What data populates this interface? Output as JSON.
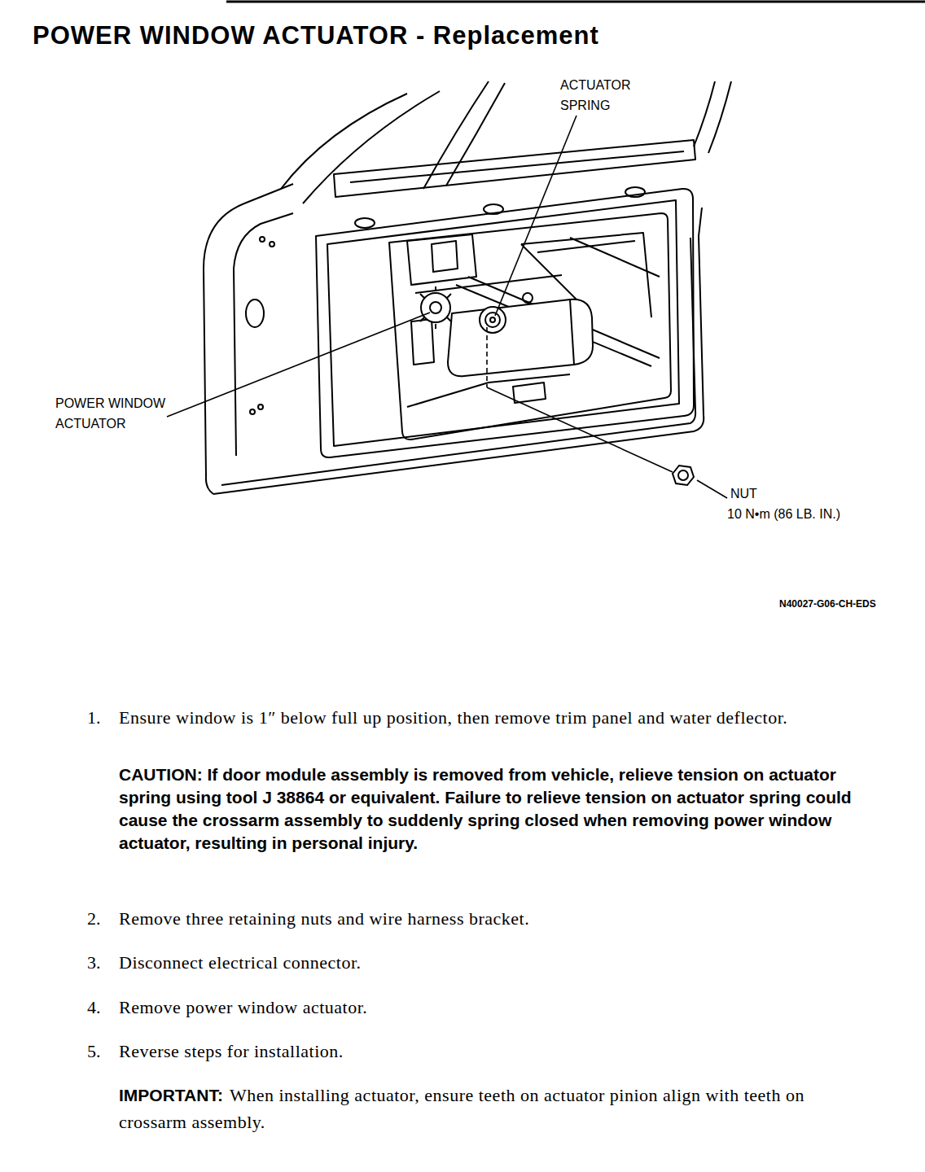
{
  "diagram": {
    "title": "POWER WINDOW ACTUATOR - Replacement",
    "labels": [
      "ACTUATOR SPRING",
      "POWER WINDOW ACTUATOR",
      "NUT",
      "10 N•m (86 LB. IN.)",
      "N40027-G06-CH-EDS",
      "1.",
      "Ensure window is 1″ below full up position, then remove trim panel and water deflector.",
      "CAUTION: If door module assembly is removed from vehicle, relieve tension on actuator spring using tool J 38864 or equivalent. Failure to relieve tension on actuator spring could cause the crossarm assembly to suddenly spring closed when removing power window actuator, resulting in personal injury.",
      "2.",
      "Remove three retaining nuts and wire harness bracket.",
      "3.",
      "Disconnect electrical connector.",
      "4.",
      "Remove power window actuator.",
      "5.",
      "Reverse steps for installation.",
      "IMPORTANT:",
      "When installing actuator, ensure teeth on actuator pinion align with teeth on crossarm assembly."
    ]
  }
}
